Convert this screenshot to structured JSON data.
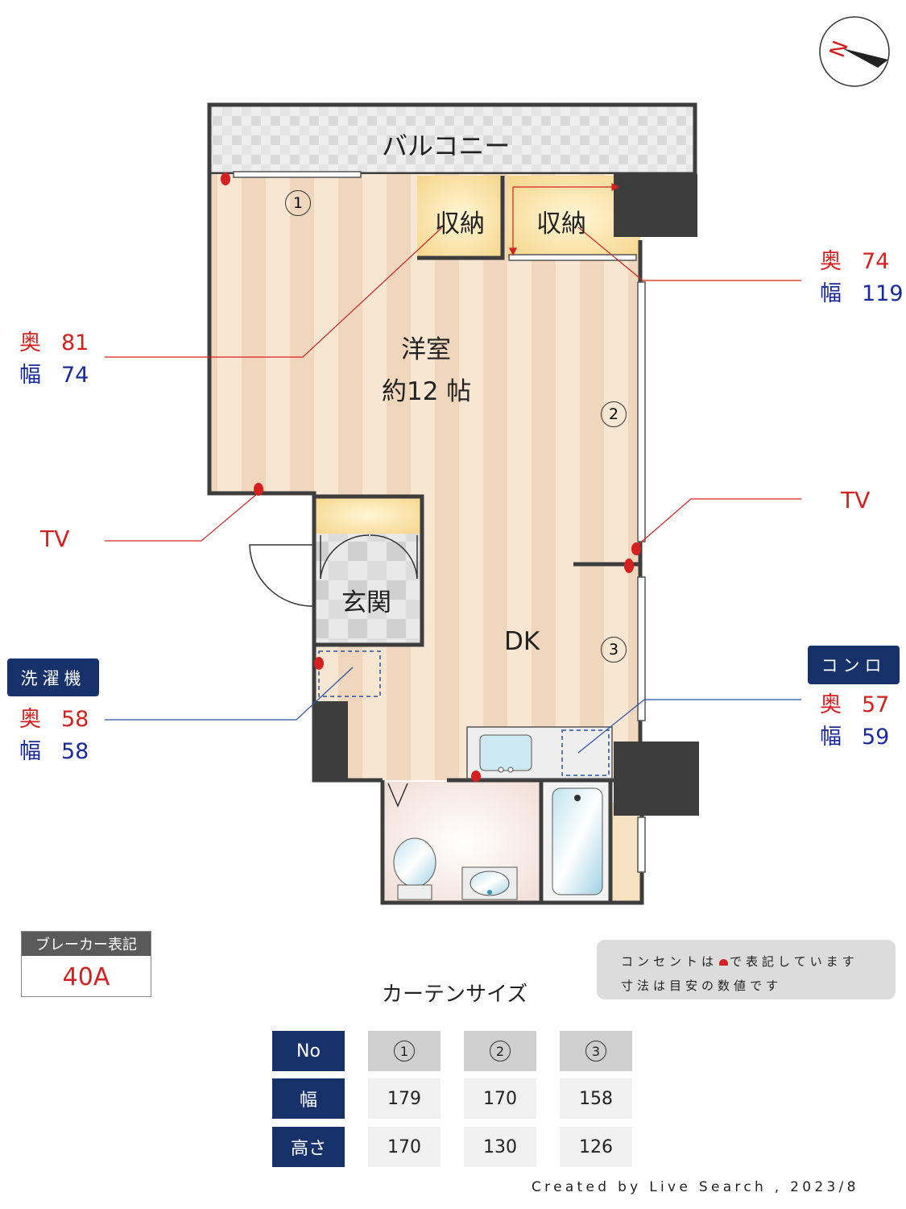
{
  "rooms": {
    "balcony": "バルコニー",
    "storage_left": "収納",
    "storage_right": "収納",
    "western_room": "洋室",
    "western_room_size": "約12 帖",
    "entrance": "玄関",
    "dk": "DK"
  },
  "window_markers": [
    "1",
    "2",
    "3"
  ],
  "callouts": {
    "storage_right": {
      "depth_label": "奥",
      "depth": "74",
      "width_label": "幅",
      "width": "119"
    },
    "storage_left": {
      "depth_label": "奥",
      "depth": "81",
      "width_label": "幅",
      "width": "74"
    },
    "tv_left": "TV",
    "tv_right": "TV",
    "washer": {
      "badge": "洗濯機",
      "depth_label": "奥",
      "depth": "58",
      "width_label": "幅",
      "width": "58"
    },
    "stove": {
      "badge": "コンロ",
      "depth_label": "奥",
      "depth": "57",
      "width_label": "幅",
      "width": "59"
    }
  },
  "breaker": {
    "title": "ブレーカー表記",
    "value": "40A"
  },
  "note": {
    "line1_a": "コンセントは",
    "line1_b": "で表記しています",
    "line2": "寸法は目安の数値です"
  },
  "curtain": {
    "title": "カーテンサイズ",
    "headers": [
      "No",
      "1",
      "2",
      "3"
    ],
    "rows": [
      {
        "label": "幅",
        "values": [
          "179",
          "170",
          "158"
        ]
      },
      {
        "label": "高さ",
        "values": [
          "170",
          "130",
          "126"
        ]
      }
    ]
  },
  "credit": "Created by Live Search , 2023/8",
  "colors": {
    "outlet": "#d5201f",
    "navy": "#17316b",
    "wall": "#3d3d3d",
    "floor": "#f3dcc2"
  }
}
